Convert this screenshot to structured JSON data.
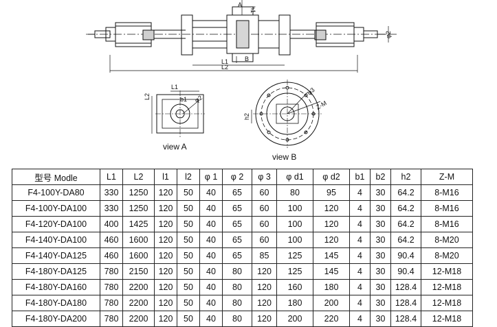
{
  "drawing": {
    "main_view_labels": {
      "A": "A",
      "h1": "h1",
      "B": "B",
      "L1": "L1",
      "L2": "L2",
      "phi2": "φ2"
    },
    "view_a": {
      "caption": "view A",
      "L1": "L1",
      "L2": "L2",
      "b1": "b1",
      "phi2": "φ2"
    },
    "view_b": {
      "caption": "view B",
      "phi3": "φ3",
      "ZM": "Z-M",
      "h2": "h2"
    }
  },
  "table": {
    "headers": [
      "型号 Modle",
      "L1",
      "L2",
      "l1",
      "l2",
      "φ 1",
      "φ 2",
      "φ 3",
      "φ d1",
      "φ d2",
      "b1",
      "b2",
      "h2",
      "Z-M"
    ],
    "rows": [
      [
        "F4-100Y-DA80",
        "330",
        "1250",
        "120",
        "50",
        "40",
        "65",
        "60",
        "80",
        "95",
        "4",
        "30",
        "64.2",
        "8-M16"
      ],
      [
        "F4-100Y-DA100",
        "330",
        "1250",
        "120",
        "50",
        "40",
        "65",
        "60",
        "100",
        "120",
        "4",
        "30",
        "64.2",
        "8-M16"
      ],
      [
        "F4-120Y-DA100",
        "400",
        "1425",
        "120",
        "50",
        "40",
        "65",
        "60",
        "100",
        "120",
        "4",
        "30",
        "64.2",
        "8-M16"
      ],
      [
        "F4-140Y-DA100",
        "460",
        "1600",
        "120",
        "50",
        "40",
        "65",
        "60",
        "100",
        "120",
        "4",
        "30",
        "64.2",
        "8-M20"
      ],
      [
        "F4-140Y-DA125",
        "460",
        "1600",
        "120",
        "50",
        "40",
        "65",
        "85",
        "125",
        "145",
        "4",
        "30",
        "90.4",
        "8-M20"
      ],
      [
        "F4-180Y-DA125",
        "780",
        "2150",
        "120",
        "50",
        "40",
        "80",
        "120",
        "125",
        "145",
        "4",
        "30",
        "90.4",
        "12-M18"
      ],
      [
        "F4-180Y-DA160",
        "780",
        "2200",
        "120",
        "50",
        "40",
        "80",
        "120",
        "160",
        "180",
        "4",
        "30",
        "128.4",
        "12-M18"
      ],
      [
        "F4-180Y-DA180",
        "780",
        "2200",
        "120",
        "50",
        "40",
        "80",
        "120",
        "180",
        "200",
        "4",
        "30",
        "128.4",
        "12-M18"
      ],
      [
        "F4-180Y-DA200",
        "780",
        "2200",
        "120",
        "50",
        "40",
        "80",
        "120",
        "200",
        "220",
        "4",
        "30",
        "128.4",
        "12-M18"
      ]
    ]
  }
}
